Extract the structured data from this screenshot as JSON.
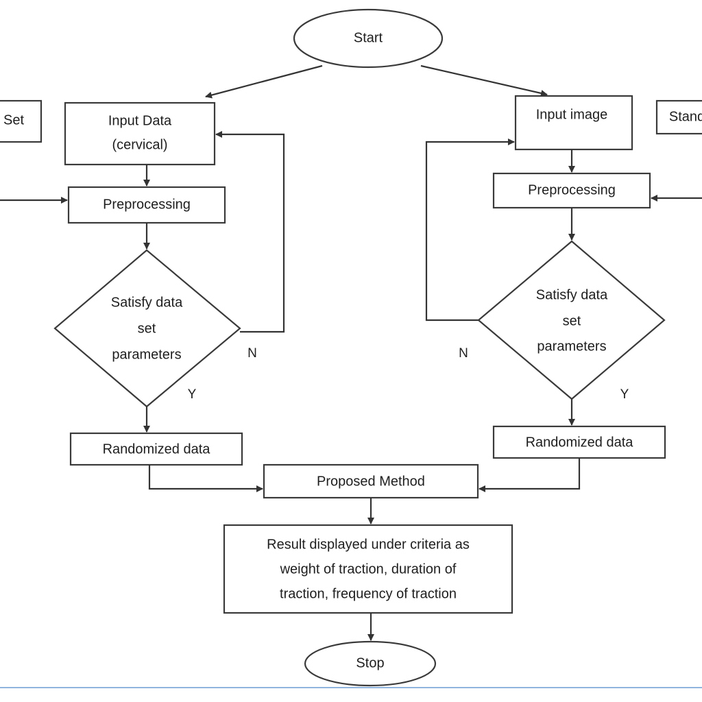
{
  "flowchart": {
    "start": "Start",
    "stop": "Stop",
    "left_cut_box": "Set",
    "right_cut_box": "Stand",
    "left": {
      "input_line1": "Input Data",
      "input_line2": "(cervical)",
      "preprocessing": "Preprocessing",
      "decision_line1": "Satisfy data",
      "decision_line2": "set",
      "decision_line3": "parameters",
      "no_label": "N",
      "yes_label": "Y",
      "randomized": "Randomized data"
    },
    "right": {
      "input": "Input image",
      "preprocessing": "Preprocessing",
      "decision_line1": "Satisfy data",
      "decision_line2": "set",
      "decision_line3": "parameters",
      "no_label": "N",
      "yes_label": "Y",
      "randomized": "Randomized data"
    },
    "proposed_method": "Proposed Method",
    "result_line1": "Result displayed under criteria as",
    "result_line2": "weight of traction, duration of",
    "result_line3": "traction, frequency of traction"
  },
  "colors": {
    "stroke": "#3a3a3a",
    "text": "#1e1e1e",
    "bottom_border": "#8fb4dd"
  }
}
